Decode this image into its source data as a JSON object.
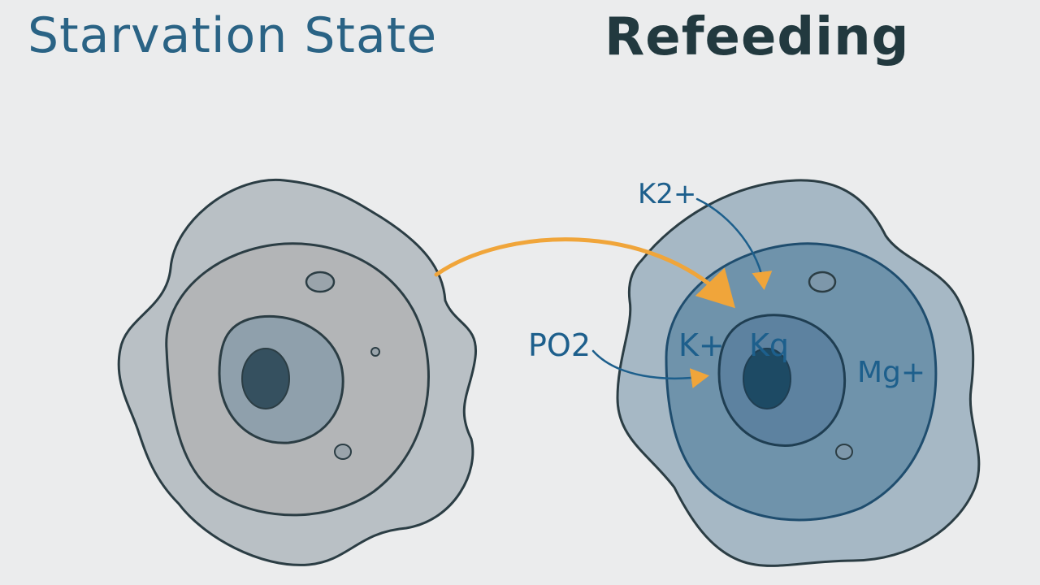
{
  "titles": {
    "left": "Starvation State",
    "right": "Refeeding"
  },
  "labels": {
    "k2plus": "K2+",
    "po2": "PO2",
    "kplus": "K+",
    "kq": "Kq",
    "mgplus": "Mg+"
  },
  "colors": {
    "background": "#ebeced",
    "title_left": "#2a6385",
    "title_right": "#22393f",
    "starvation_cell_outer": "#b9c0c5",
    "starvation_cytoplasm": "#b3b5b7",
    "starvation_nucleus": "#8fa0ac",
    "refeeding_cell_outer": "#a6b8c5",
    "refeeding_cytoplasm": "#6f93ab",
    "nucleolus": "#35505f",
    "outline": "#2b3d44",
    "arrow_orange": "#f0a53a",
    "arrow_blue": "#1d5f8c"
  }
}
